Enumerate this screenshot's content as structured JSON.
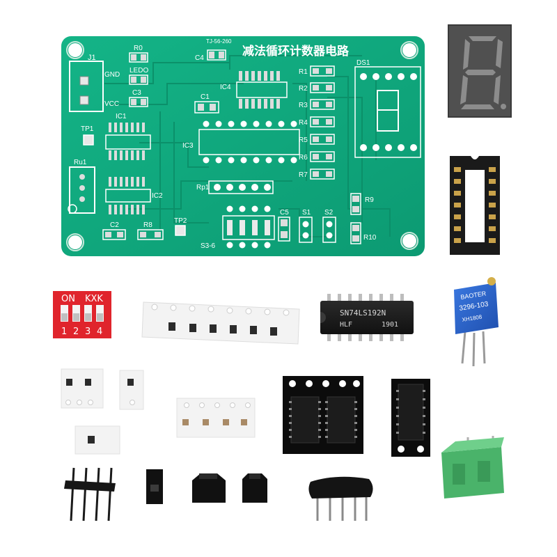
{
  "pcb": {
    "model": "TJ-56-260",
    "title": "减法循环计数器电路",
    "labels": {
      "j1": "J1",
      "gnd": "GND",
      "vcc": "VCC",
      "r0": "R0",
      "ledo": "LEDO",
      "c3": "C3",
      "c4": "C4",
      "c1": "C1",
      "ic1": "IC1",
      "ic2": "IC2",
      "ic3": "IC3",
      "ic4": "IC4",
      "tp1": "TP1",
      "tp2": "TP2",
      "ru1": "Ru1",
      "rp1": "Rp1",
      "c2": "C2",
      "r8": "R8",
      "s36": "S3-6",
      "c5": "C5",
      "s1": "S1",
      "s2": "S2",
      "r9": "R9",
      "r10": "R10",
      "ds1": "DS1",
      "r1": "R1",
      "r2": "R2",
      "r3": "R3",
      "r4": "R4",
      "r5": "R5",
      "r6": "R6",
      "r7": "R7"
    }
  },
  "dip_switch": {
    "on_label": "ON",
    "brand": "KXK",
    "numbers": [
      "1",
      "2",
      "3",
      "4"
    ]
  },
  "counter_chip": {
    "part": "SN74LS192N",
    "maker": "HLF",
    "date": "1901"
  },
  "potentiometer": {
    "brand": "BAOTER",
    "model": "3296-103",
    "code": "XH1808"
  },
  "colors": {
    "pcb_green": "#0fa67c",
    "pcb_dark": "#0a8a66",
    "dip_red": "#e0242c",
    "pot_blue": "#2b63c8",
    "terminal_green": "#4ab36a"
  },
  "components": [
    "seven-segment-display",
    "ic-socket-16pin",
    "dip-switch-4",
    "smd-resistor-tape",
    "dip-chip-74ls192",
    "trimmer-potentiometer",
    "smd-ic-tape",
    "smd-ic-single",
    "screw-terminal",
    "pin-header-4",
    "jumper-caps",
    "resistor-network"
  ]
}
